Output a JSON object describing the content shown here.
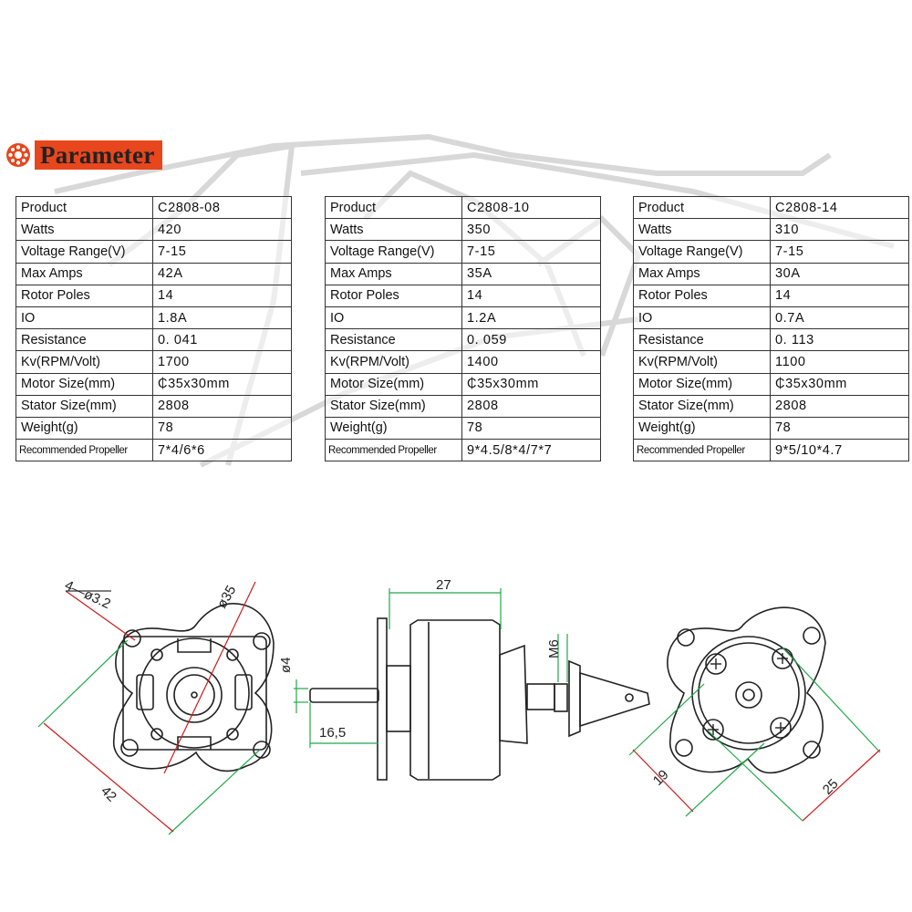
{
  "header": {
    "title": "Parameter"
  },
  "fields": [
    "Product",
    "Watts",
    "Voltage Range(V)",
    "Max Amps",
    "Rotor Poles",
    "IO",
    "Resistance",
    "Kv(RPM/Volt)",
    "Motor Size(mm)",
    "Stator Size(mm)",
    "Weight(g)",
    "Recommended Propeller"
  ],
  "tables": [
    {
      "values": [
        "C2808-08",
        "420",
        "7-15",
        "42A",
        "14",
        "1.8A",
        "0. 041",
        "1700",
        "₵35x30mm",
        "2808",
        "78",
        "7*4/6*6"
      ]
    },
    {
      "values": [
        "C2808-10",
        "350",
        "7-15",
        "35A",
        "14",
        "1.2A",
        "0. 059",
        "1400",
        "₵35x30mm",
        "2808",
        "78",
        "9*4.5/8*4/7*7"
      ]
    },
    {
      "values": [
        "C2808-14",
        "310",
        "7-15",
        "30A",
        "14",
        "0.7A",
        "0. 113",
        "1100",
        "₵35x30mm",
        "2808",
        "78",
        "9*5/10*4.7"
      ]
    }
  ],
  "dimensions": {
    "holes": "4—ø3.2",
    "diameter": "ø35",
    "width": "42",
    "shaft": "ø4",
    "length": "27",
    "thread": "M6",
    "shaft_length": "16,5",
    "spacing_a": "19",
    "spacing_b": "25"
  },
  "colors": {
    "accent": "#e8461d",
    "dimension_line": "#22a84a",
    "leader_line": "#cc1b1b"
  }
}
